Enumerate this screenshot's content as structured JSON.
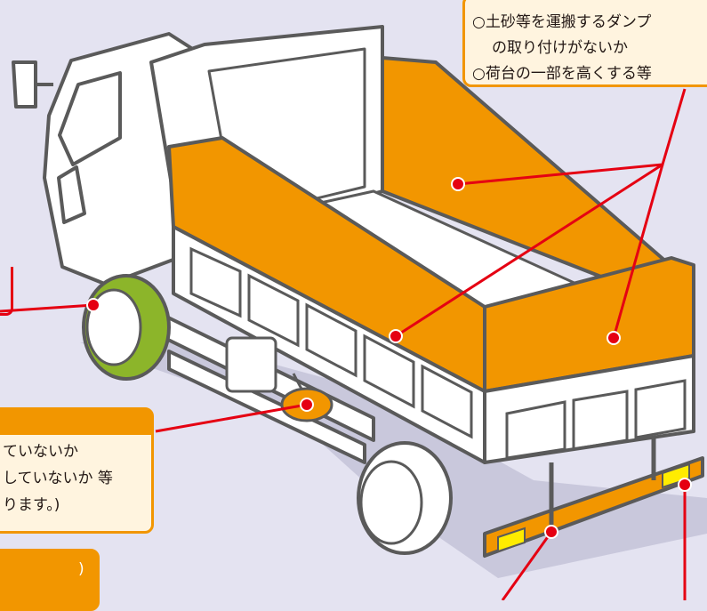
{
  "callouts": {
    "top_right": {
      "line1": "○土砂等を運搬するダンプ",
      "line2": "の取り付けがないか",
      "line3": "○荷台の一部を高くする等"
    },
    "bottom_left": {
      "line1": "ていないか",
      "line2": "していないか 等",
      "line3": "ります。)"
    },
    "bottom_left_small": {
      "line1": ")"
    }
  },
  "colors": {
    "background": "#e4e3f1",
    "body_orange": "#f29600",
    "tire_green": "#8cb52a",
    "marker_red": "#e50012",
    "reflector_yellow": "#ffec00",
    "outline_gray": "#5a5a5a"
  }
}
